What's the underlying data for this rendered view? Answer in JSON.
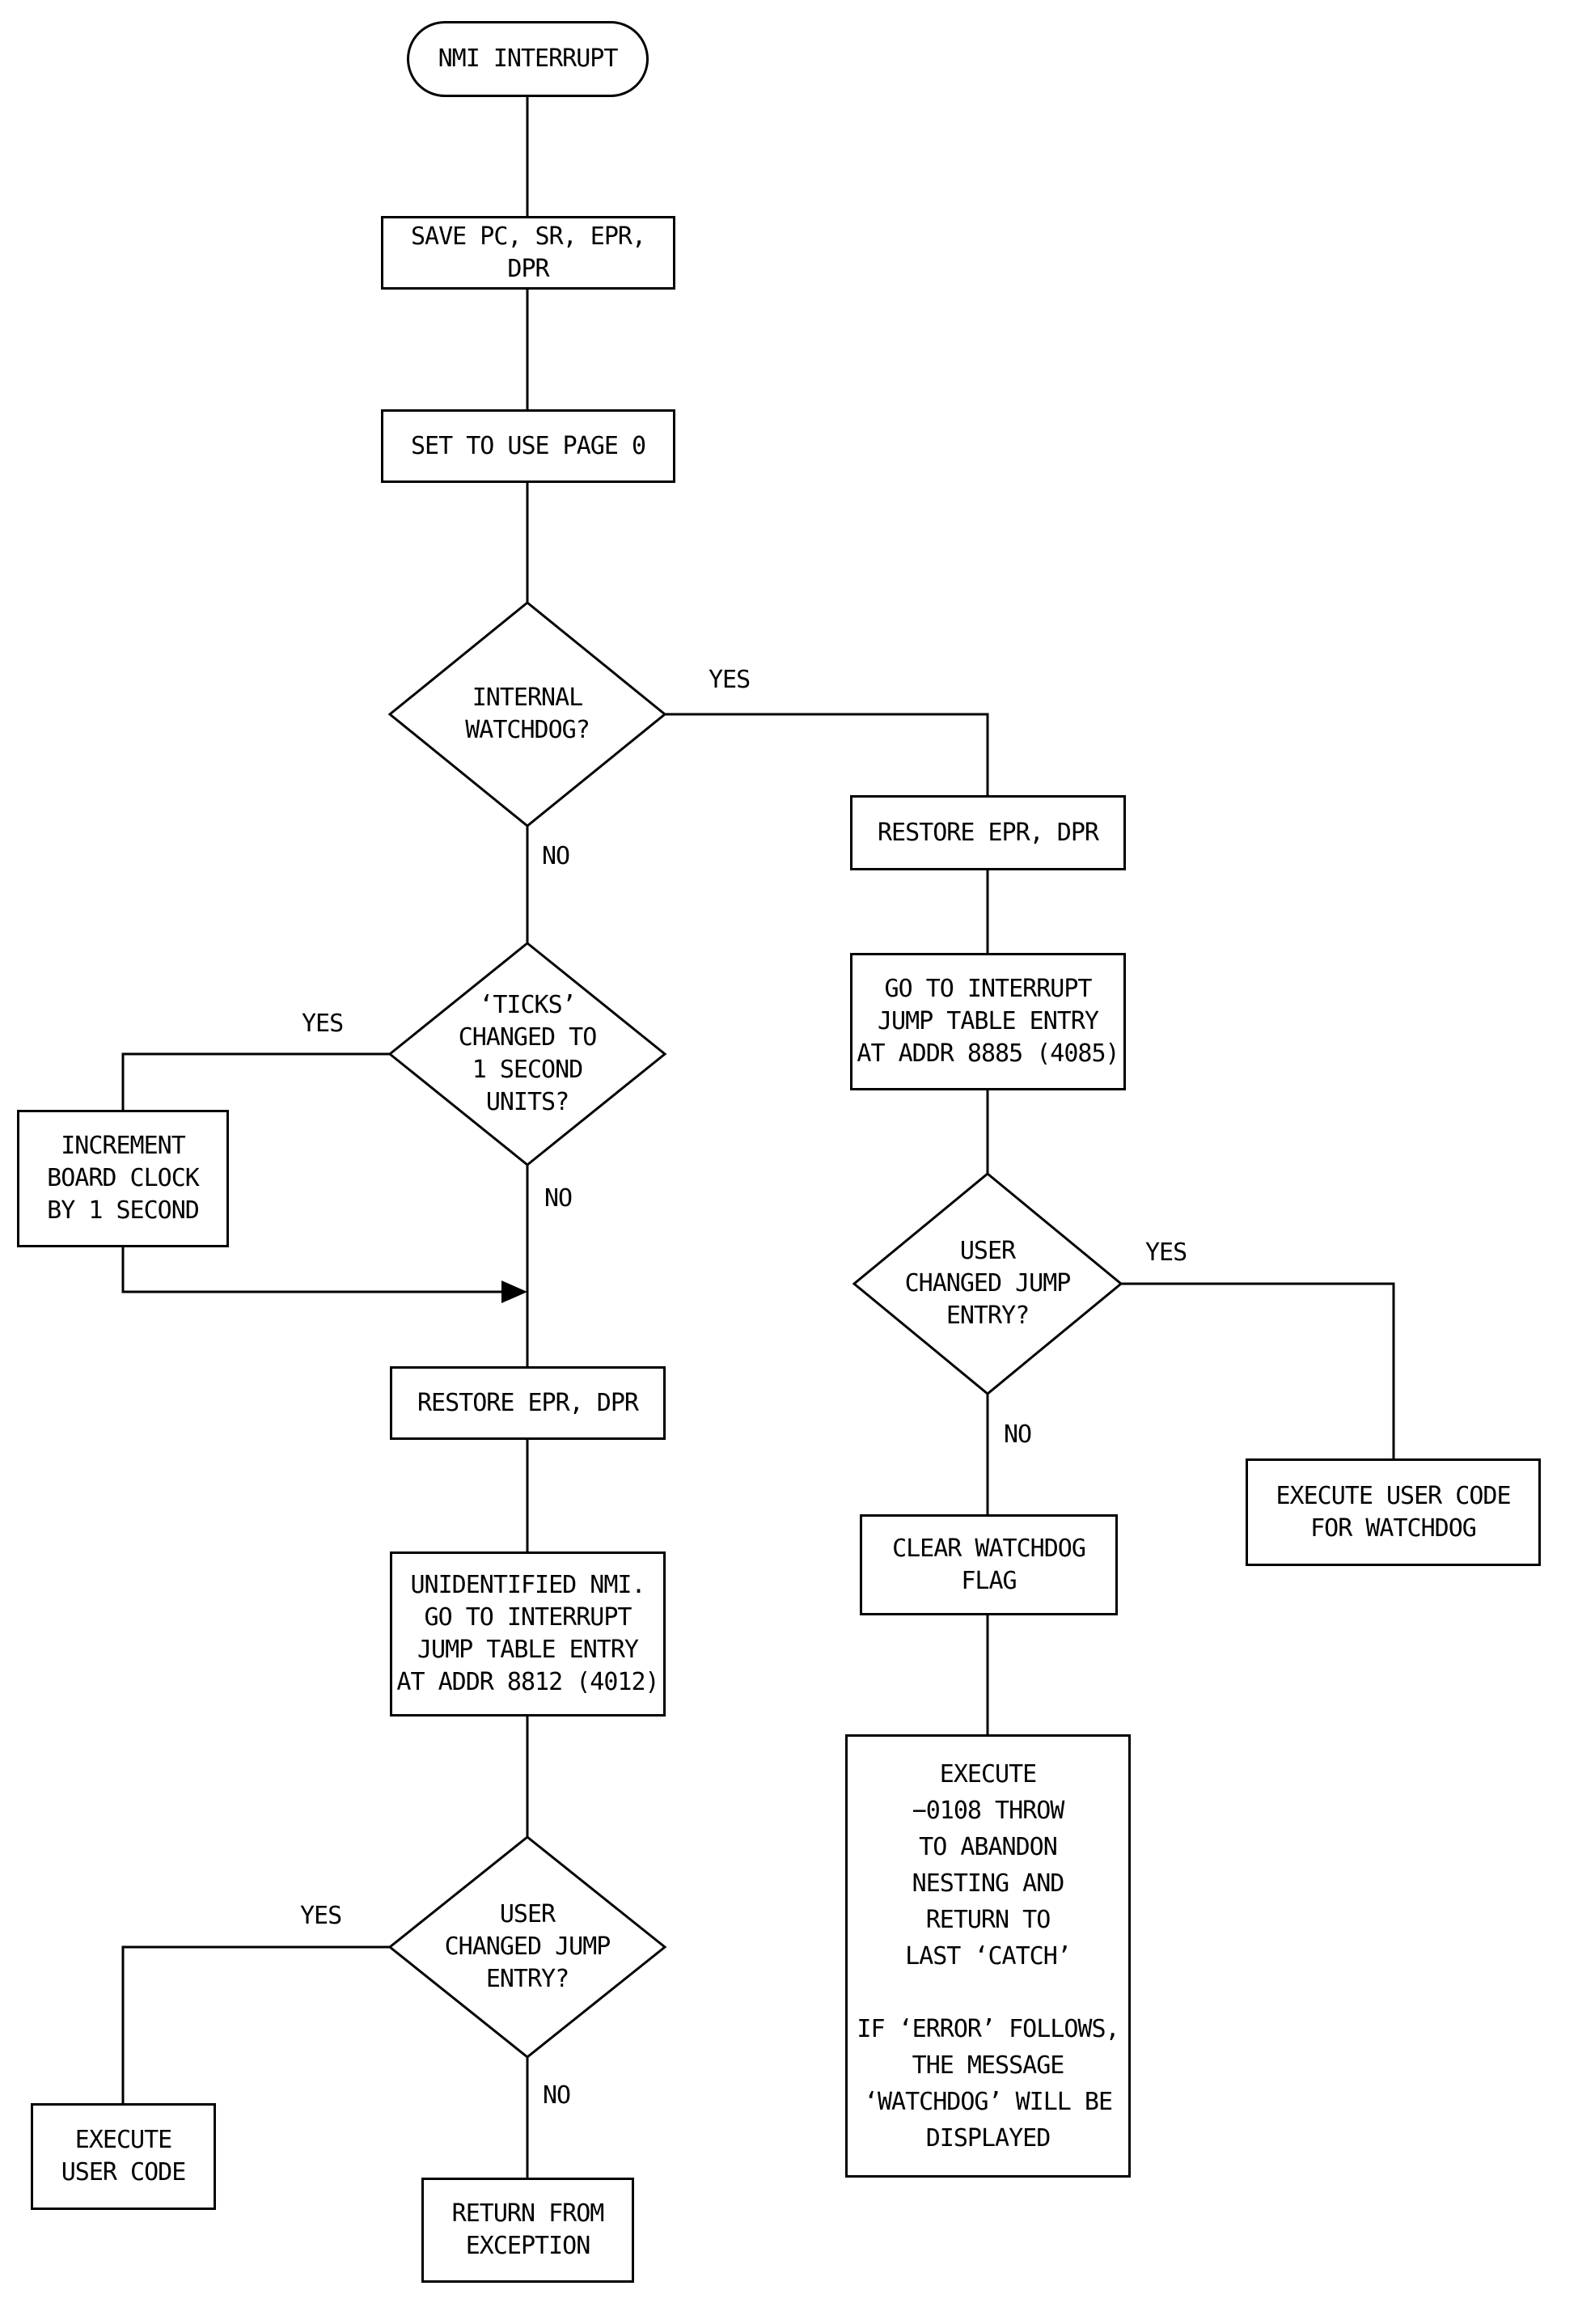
{
  "nodes": {
    "start": {
      "label": "NMI INTERRUPT"
    },
    "save_registers": {
      "label": "SAVE PC, SR, EPR, DPR"
    },
    "set_page_zero": {
      "label": "SET TO USE PAGE 0"
    },
    "internal_watchdog": {
      "label": "INTERNAL\nWATCHDOG?"
    },
    "restore_epr_right": {
      "label": "RESTORE EPR, DPR"
    },
    "goto_jump_8885": {
      "label": "GO TO INTERRUPT\nJUMP TABLE ENTRY\nAT ADDR 8885 (4085)"
    },
    "user_changed_jump_right": {
      "label": "USER\nCHANGED JUMP\nENTRY?"
    },
    "execute_user_code_watchdog": {
      "label": "EXECUTE USER CODE\nFOR WATCHDOG"
    },
    "clear_watchdog_flag": {
      "label": "CLEAR WATCHDOG\nFLAG"
    },
    "execute_throw": {
      "label": "EXECUTE\n−0108 THROW\nTO ABANDON\nNESTING AND\nRETURN TO\nLAST ‘CATCH’\n\nIF ‘ERROR’ FOLLOWS,\nTHE MESSAGE\n‘WATCHDOG’ WILL BE\nDISPLAYED"
    },
    "ticks_changed": {
      "label": "‘TICKS’\nCHANGED TO\n1 SECOND\nUNITS?"
    },
    "increment_board_clock": {
      "label": "INCREMENT\nBOARD CLOCK\nBY 1 SECOND"
    },
    "restore_epr_left": {
      "label": "RESTORE EPR, DPR"
    },
    "unidentified_nmi": {
      "label": "UNIDENTIFIED NMI.\nGO TO INTERRUPT\nJUMP TABLE ENTRY\nAT ADDR 8812 (4012)"
    },
    "user_changed_jump_left": {
      "label": "USER\nCHANGED JUMP\nENTRY?"
    },
    "execute_user_code": {
      "label": "EXECUTE\nUSER CODE"
    },
    "return_from_exception": {
      "label": "RETURN FROM\nEXCEPTION"
    }
  },
  "edge_labels": {
    "internal_watchdog_yes": "YES",
    "internal_watchdog_no": "NO",
    "ticks_yes": "YES",
    "ticks_no": "NO",
    "user_changed_right_yes": "YES",
    "user_changed_right_no": "NO",
    "user_changed_left_yes": "YES",
    "user_changed_left_no": "NO"
  },
  "colors": {
    "line": "#000000",
    "text": "#000000",
    "background": "#ffffff"
  }
}
